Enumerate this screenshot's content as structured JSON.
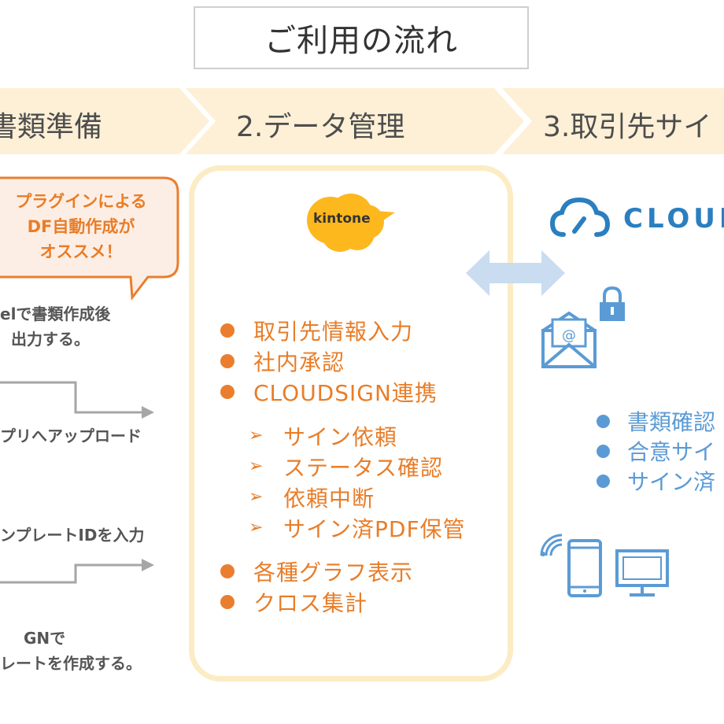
{
  "title": "ご利用の流れ",
  "steps": [
    {
      "label": "書類準備"
    },
    {
      "label": "2.データ管理"
    },
    {
      "label": "3.取引先サイ"
    }
  ],
  "left": {
    "bubble_lines": [
      "プラグインによる",
      "DF自動作成が",
      "オススメ！"
    ],
    "text1_lines": [
      "elで書類作成後",
      "出力する。"
    ],
    "text2": "プリへアップロード",
    "text3": "ンプレートIDを入力",
    "text4_lines": [
      "GNで",
      "レートを作成する。"
    ]
  },
  "middle": {
    "logo_text": "kintone",
    "items_top": [
      "取引先情報入力",
      "社内承認",
      "CLOUDSIGN連携"
    ],
    "sub_items": [
      "サイン依頼",
      "ステータス確認",
      "依頼中断",
      "サイン済PDF保管"
    ],
    "items_bottom": [
      "各種グラフ表示",
      "クロス集計"
    ],
    "sub_marker": "➢"
  },
  "right": {
    "logo_text": "CLOUD",
    "email_glyph": "@",
    "items": [
      "書類確認",
      "合意サイ",
      "サイン済"
    ]
  },
  "icons": [
    "cloud-icon",
    "email-icon",
    "lock-icon",
    "wifi-icon",
    "smartphone-icon",
    "monitor-icon",
    "double-arrow-icon"
  ],
  "colors": {
    "orange": "#e87d28",
    "blue": "#5b9bd5",
    "chevron_fill": "#fdf0d6",
    "panel_border": "#fcecc5"
  }
}
